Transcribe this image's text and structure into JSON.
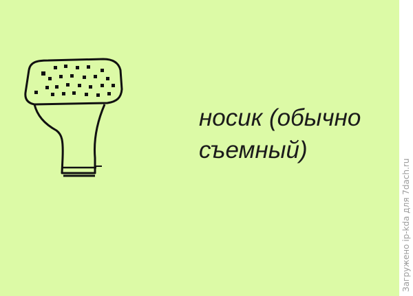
{
  "caption": {
    "line1": "носик (обычно",
    "line2": "съемный)"
  },
  "watermark": "Загружено ip-kda для 7dach.ru",
  "icons": {
    "nozzle": "watering-can-rose-nozzle-drawing"
  },
  "colors": {
    "background": "#dcfaa6",
    "ink": "#1b1b1b",
    "watermark": "#9c9c9c"
  }
}
